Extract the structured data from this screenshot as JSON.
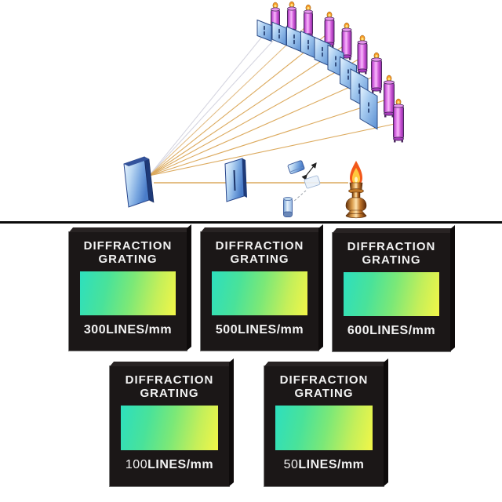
{
  "slides": [
    {
      "title_line1": "DIFFRACTION",
      "title_line2": "GRATING",
      "label_number": "300",
      "label_unit": "LINES/mm"
    },
    {
      "title_line1": "DIFFRACTION",
      "title_line2": "GRATING",
      "label_number": "500",
      "label_unit": "LINES/mm"
    },
    {
      "title_line1": "DIFFRACTION",
      "title_line2": "GRATING",
      "label_number": "600",
      "label_unit": "LINES/mm"
    },
    {
      "title_line1": "DIFFRACTION",
      "title_line2": "GRATING",
      "label_number": "100",
      "label_unit": "LINES/mm"
    },
    {
      "title_line1": "DIFFRACTION",
      "title_line2": "GRATING",
      "label_number": "50",
      "label_unit": "LINES/mm"
    }
  ],
  "colors": {
    "slide_face": "#1b1717",
    "slide_text": "#f2f2f2",
    "window_gradient_start": "#2ddfbe",
    "window_gradient_mid": "#7ae878",
    "window_gradient_end": "#f2f648",
    "ray_orange": "#dcaa5e",
    "ray_faint": "#d5d5e0",
    "plate_blue": "#4a7cc8",
    "lamp_magenta": "#d96ce4",
    "flame_orange": "#f2581a",
    "brass": "#c07828",
    "divider": "#0b0b0b"
  },
  "diagram": {
    "elements": [
      "grating-plate",
      "light-rays",
      "main-beam",
      "slit-plate",
      "prism-box",
      "beam-splitter",
      "lens-cylinder",
      "flame-burner",
      "screen-array",
      "spectral-lamp-array"
    ]
  }
}
